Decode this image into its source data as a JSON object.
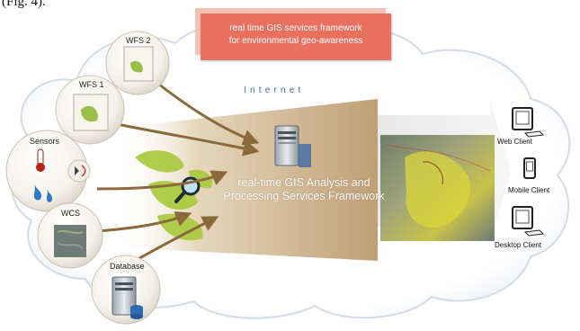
{
  "caption": "(Fig. 4).",
  "banner": {
    "line1": "real time GIS services framework",
    "line2": "for environmental geo-awareness"
  },
  "internet_label": "Internet",
  "sources": {
    "wfs2": "WFS 2",
    "wfs1": "WFS 1",
    "sensors": "Sensors",
    "wcs": "WCS",
    "database": "Database"
  },
  "framework": {
    "line1": "real-time GIS Analysis and",
    "line2": "Processing Services Framework"
  },
  "clients": {
    "web": "Web Client",
    "mobile": "Mobile Client",
    "desktop": "Desktop  Client"
  },
  "colors": {
    "banner": "#e8705f",
    "internet_text": "#3e6aa8",
    "arrows": "#8a6a3a",
    "funnel": "#c8ad80"
  }
}
